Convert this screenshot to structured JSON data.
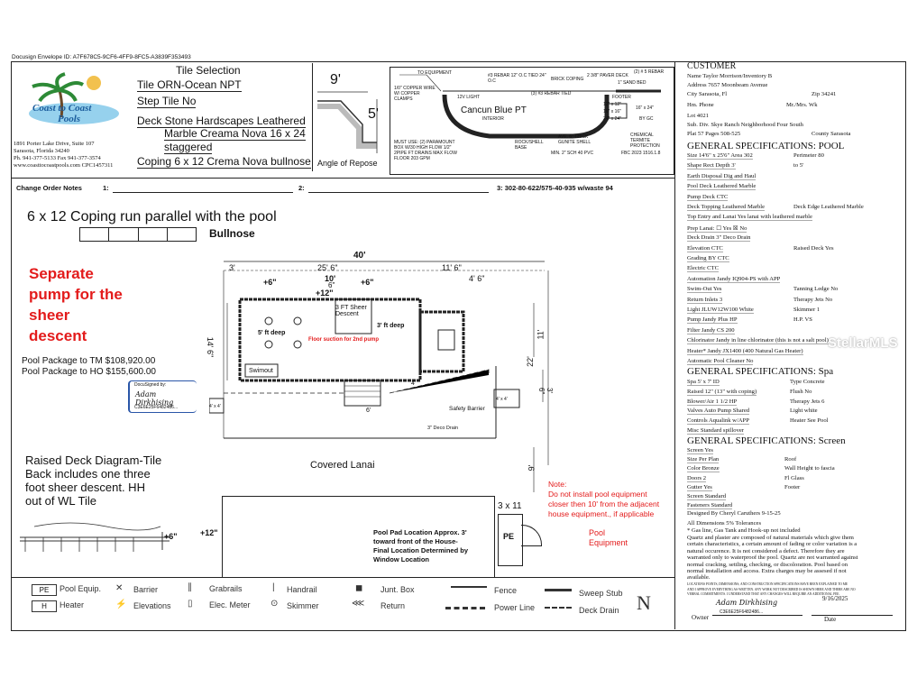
{
  "docusign": {
    "envelope_id": "Docusign Envelope ID: A7F678C5-9CF6-4FF9-8FC5-A3839F353493"
  },
  "logo": {
    "line1": "Coast to Coast",
    "line2": "Pools"
  },
  "company": {
    "address1": "1891 Porter Lake Drive, Suite 107",
    "address2": "Sarasota, Florida 34240",
    "phone": "Ph. 941-377-5133  Fax 941-377-3574",
    "web": "www.coasttocoastpools.com  CPC1457311"
  },
  "tile": {
    "heading": "Tile Selection",
    "tile_line": "Tile ORN-Ocean NPT",
    "step_line": "Step Tile No",
    "deck_line1": "Deck Stone Hardscapes Leathered",
    "deck_line2": "Marble Creama Nova 16 x 24",
    "deck_line3": "staggered",
    "coping_line": "Coping 6 x 12 Crema Nova bullnose"
  },
  "repose": {
    "top": "9'",
    "right": "5'",
    "caption": "Angle of Repose"
  },
  "section": {
    "to_equipment": "TO EQUIPMENT",
    "rebar1": "#3 REBAR 12\" O.C TIED 24\" O.C",
    "brick": "BRICK COPING",
    "paver": "2 3/8\" PAVER DECK",
    "rebar_right": "(2) # 5 REBAR",
    "sand": "1\" SAND BED",
    "copper": "1/0\" COPPER WIRE W/ COPPER CLAMPS",
    "light": "12V LIGHT",
    "rebar_tied": "(3) #3 REBAR TIED",
    "color": "Cancun Blue PT",
    "interior": "INTERIOR",
    "footer": "FOOTER",
    "f1": "12\" x 12\"",
    "f2": "16\" x 16\"",
    "f3": "24\" x 24\"",
    "f4": "16\" x 24\"",
    "f5": "BY GC",
    "must": "MUST USE: (2) PARAMOUNT BOX W/30 HIGH FLOW 1/2\" 2PIPE FT DRAINS MAX FLOW FLOOR 203 GPM",
    "rock": "ROCK/SHELL BASE",
    "gunite": "AVE. 6\" THICK GUNITE SHELL",
    "min": "MIN. 2\" SCH 40 PVC",
    "chem": "CHEMICAL TERMITE PROTECTION",
    "fbc": "FBC 2023 1516.1.8"
  },
  "change": {
    "label": "Change Order Notes",
    "n1": "1:",
    "n2": "2:",
    "n3": "3: 302-80-622/575-40-935 w/waste 94"
  },
  "coping_note": "6 x 12 Coping run parallel with the pool",
  "bullnose": "Bullnose",
  "sheer_note": [
    "Separate",
    "pump for the",
    "sheer",
    "descent"
  ],
  "packages": {
    "tm": "Pool Package to TM $108,920.00",
    "ho": "Pool Package to HO $155,600.00"
  },
  "docusigned": {
    "label": "DocuSigned by:",
    "name": "Adam Dirkhising",
    "code": "C3E6E25F6482486..."
  },
  "raised_note": [
    "Raised Deck Diagram-Tile",
    "Back includes one three",
    "foot sheer descent.  HH",
    "out of WL Tile"
  ],
  "raised_dims": {
    "a": "+6\"",
    "b": "+12\""
  },
  "plan": {
    "overall": "40'",
    "d3": "3'",
    "d25": "25' 6\"",
    "d10": "10'",
    "d6": "6\"",
    "d6b": "+6\"",
    "d6c": "+6\"",
    "d12": "+12\"",
    "d11": "11' 6\"",
    "d4": "4' 6\"",
    "left_h": "14' 6\"",
    "h11": "11'",
    "h22": "22'",
    "h36": "3' 6\"",
    "h9": "9'",
    "sheer": "3 FT Sheer Descent",
    "deep5": "5' ft deep",
    "deep3": "3' ft deep",
    "suction": "Floor suction for 2nd pump",
    "swimout": "Swimout",
    "step6": "6'",
    "d4b": "4'",
    "safety": "Safety Barrier",
    "drain": "3\" Deco Drain",
    "spa_small": "4' x 4'",
    "spa_small2": "4' x 4'",
    "lanai": "Covered Lanai",
    "note_title": "Note:",
    "note_lines": [
      "Do not install pool equipment",
      "closer then 10' from the adjacent",
      "house equipment., if applicable"
    ],
    "pad_size": "3 x 11",
    "pe": "PE",
    "pool_equipment": [
      "Pool",
      "Equipment"
    ],
    "pad_note": [
      "Pool Pad Location Approx. 3'",
      "toward front of the House-",
      "Final Location Determined by",
      "Window Location"
    ]
  },
  "legend": {
    "pe_box": "PE",
    "pe": "Pool Equip.",
    "h_box": "H",
    "heater": "Heater",
    "barrier": "Barrier",
    "elevations": "Elevations",
    "grabrails": "Grabrails",
    "elec": "Elec. Meter",
    "handrail": "Handrail",
    "skimmer": "Skimmer",
    "junt": "Junt. Box",
    "return": "Return",
    "fence": "Fence",
    "power": "Power Line",
    "sweep": "Sweep Stub",
    "deck_drain": "Deck Drain",
    "north": "N"
  },
  "customer": {
    "heading": "CUSTOMER",
    "name": "Name  Taylor Morrison/Inventory B",
    "address": "Address  7657 Moonbeam Avenue",
    "city": "City  Sarasota, Fl",
    "zip": "Zip  34241",
    "hm": "Hm. Phone",
    "mrmrs": "Mr./Mrs. Wk",
    "lot": "Lot  4021",
    "sub": "Sub. Div.  Skye Ranch Neighborhood Four South",
    "plat": "Plat 57 Pages 508-525",
    "county": "County  Sarasota"
  },
  "pool_spec": {
    "heading": "GENERAL SPECIFICATIONS: POOL",
    "rows": [
      [
        "Size  14'6\" x 25'6\"   Area  302",
        "Perimeter  80"
      ],
      [
        "Shape  Rect      Depth  3'",
        "to  5'"
      ],
      [
        "Earth Disposal  Dig and Haul",
        ""
      ],
      [
        "Pool Deck  Leathered Marble",
        ""
      ],
      [
        "Pump Deck  CTC",
        ""
      ],
      [
        "Deck Topping  Leathered Marble",
        "Deck Edge  Leathered Marble"
      ],
      [
        "Top Entry and Lanai  Yes lanai with leathered marble",
        ""
      ],
      [
        "Prep Lanai:   ☐ Yes   ☒ No",
        ""
      ],
      [
        "Deck Drain  3\" Deco Drain",
        ""
      ],
      [
        "Elevation  CTC",
        "Raised Deck  Yes"
      ],
      [
        "Grading BY  CTC",
        ""
      ],
      [
        "Electric  CTC",
        ""
      ],
      [
        "Automation  Jandy IQ904-PS with APP",
        ""
      ],
      [
        "Swim-Out  Yes",
        "Tanning Ledge  No"
      ],
      [
        "Return Inlets  3",
        "Therapy Jets  No"
      ],
      [
        "Light  JLUW12W100 White",
        "Skimmer  1"
      ],
      [
        "Pump  Jandy Plus HP",
        "H.P.  VS"
      ],
      [
        "Filter  Jandy CS 200",
        ""
      ],
      [
        "Chlorinator  Jandy in line chlorinator (this is not a salt pool)",
        ""
      ],
      [
        "Heater*  Jandy JX1400 (400 Natural Gas Heater)",
        ""
      ],
      [
        "Automatic Pool Cleaner  No",
        ""
      ]
    ]
  },
  "spa_spec": {
    "heading": "GENERAL SPECIFICATIONS: Spa",
    "rows": [
      [
        "Spa  5' x 7' ID",
        "Type  Concrete"
      ],
      [
        "Raised  12\" (13\" with coping)",
        "Flush  No"
      ],
      [
        "Blower/Air  1 1/2 HP",
        "Therapy Jets  6"
      ],
      [
        "Valves  Auto      Pump  Shared",
        "Light  white"
      ],
      [
        "Controls  Aqualink w/APP",
        "Heater  See Pool"
      ],
      [
        "Misc  Standard spillover",
        ""
      ]
    ]
  },
  "screen_spec": {
    "heading": "GENERAL SPECIFICATIONS: Screen",
    "rows": [
      [
        "Screen  Yes",
        ""
      ],
      [
        "Size Per Plan",
        "Roof"
      ],
      [
        "Color  Bronze",
        "Wall Height  to fascia"
      ],
      [
        "Doors  2",
        "Fl Glass"
      ],
      [
        "Gutter  Yes",
        "Footer"
      ],
      [
        "Screen  Standard",
        ""
      ],
      [
        "Fasteners  Standard",
        ""
      ]
    ],
    "designed": "Designed By    Cheryl Caruthers 9-15-25",
    "dims": "All Dimensions 5% Tolerances",
    "gas": "* Gas line, Gas Tank and Hook-up not included",
    "quartz": [
      "Quartz and plaster are composed of natural materials which give them",
      "certain characteristics, a certain amount of fading or color variation is a",
      "natural occurence. It is not considered a defect. Therefore they are",
      "warranted only to waterproof the pool. Quartz are not warranted against",
      "normal cracking, settling, checking, or discoloration. Pool based on",
      "normal installation and access. Extra charges may be assesed if not",
      "available."
    ],
    "locations": [
      "LOCATIONS POINTS, DIMENSIONS, AND CONSTRUCTION SPECIFICATIONS HAVE BEEN EXPLAINED TO ME",
      "AND I APPROVE EVERYTHING AS WRITTEN. ANY WORK NOT DESCRIBED IS SHOWN HERE AND THERE ARE NO",
      "VERBAL COMMITMENTS. I UNDERSTAND THAT ANY CHANGES WILL REQUIRE AN ADDITIONAL FEE."
    ],
    "owner": "Owner",
    "date": "Date",
    "date_val": "9/16/2025",
    "sig": "Adam Dirkhising",
    "sig_code": "C3E6E25F6482486..."
  },
  "watermark": "StellarMLS"
}
